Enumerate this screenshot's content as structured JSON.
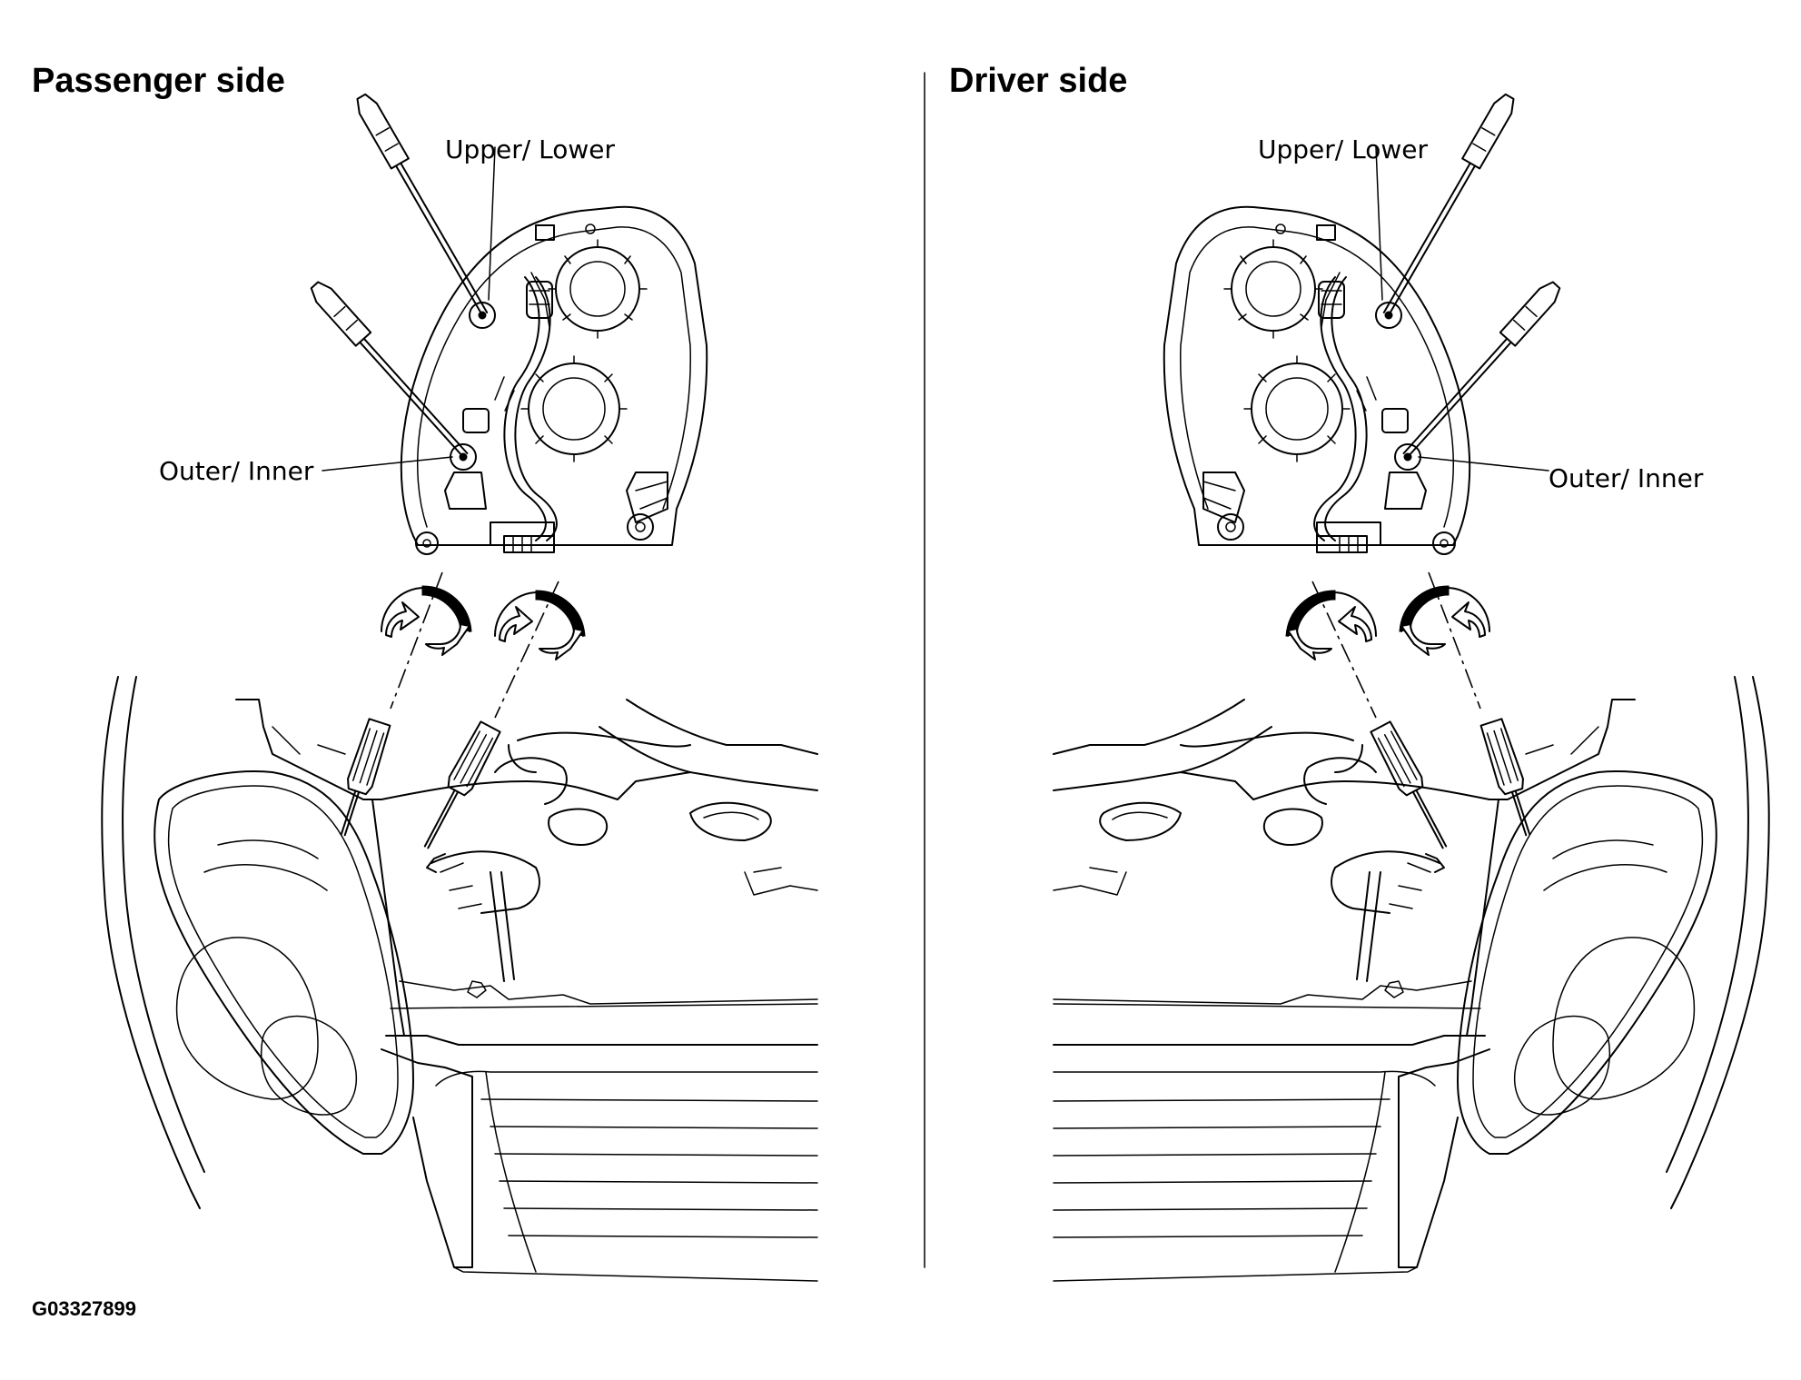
{
  "panels": {
    "passenger": {
      "title": "Passenger side",
      "upper_lower_label": "Upper/ Lower",
      "outer_inner_label": "Outer/ Inner"
    },
    "driver": {
      "title": "Driver side",
      "upper_lower_label": "Upper/ Lower",
      "outer_inner_label": "Outer/ Inner"
    }
  },
  "figure_id": "G03327899"
}
